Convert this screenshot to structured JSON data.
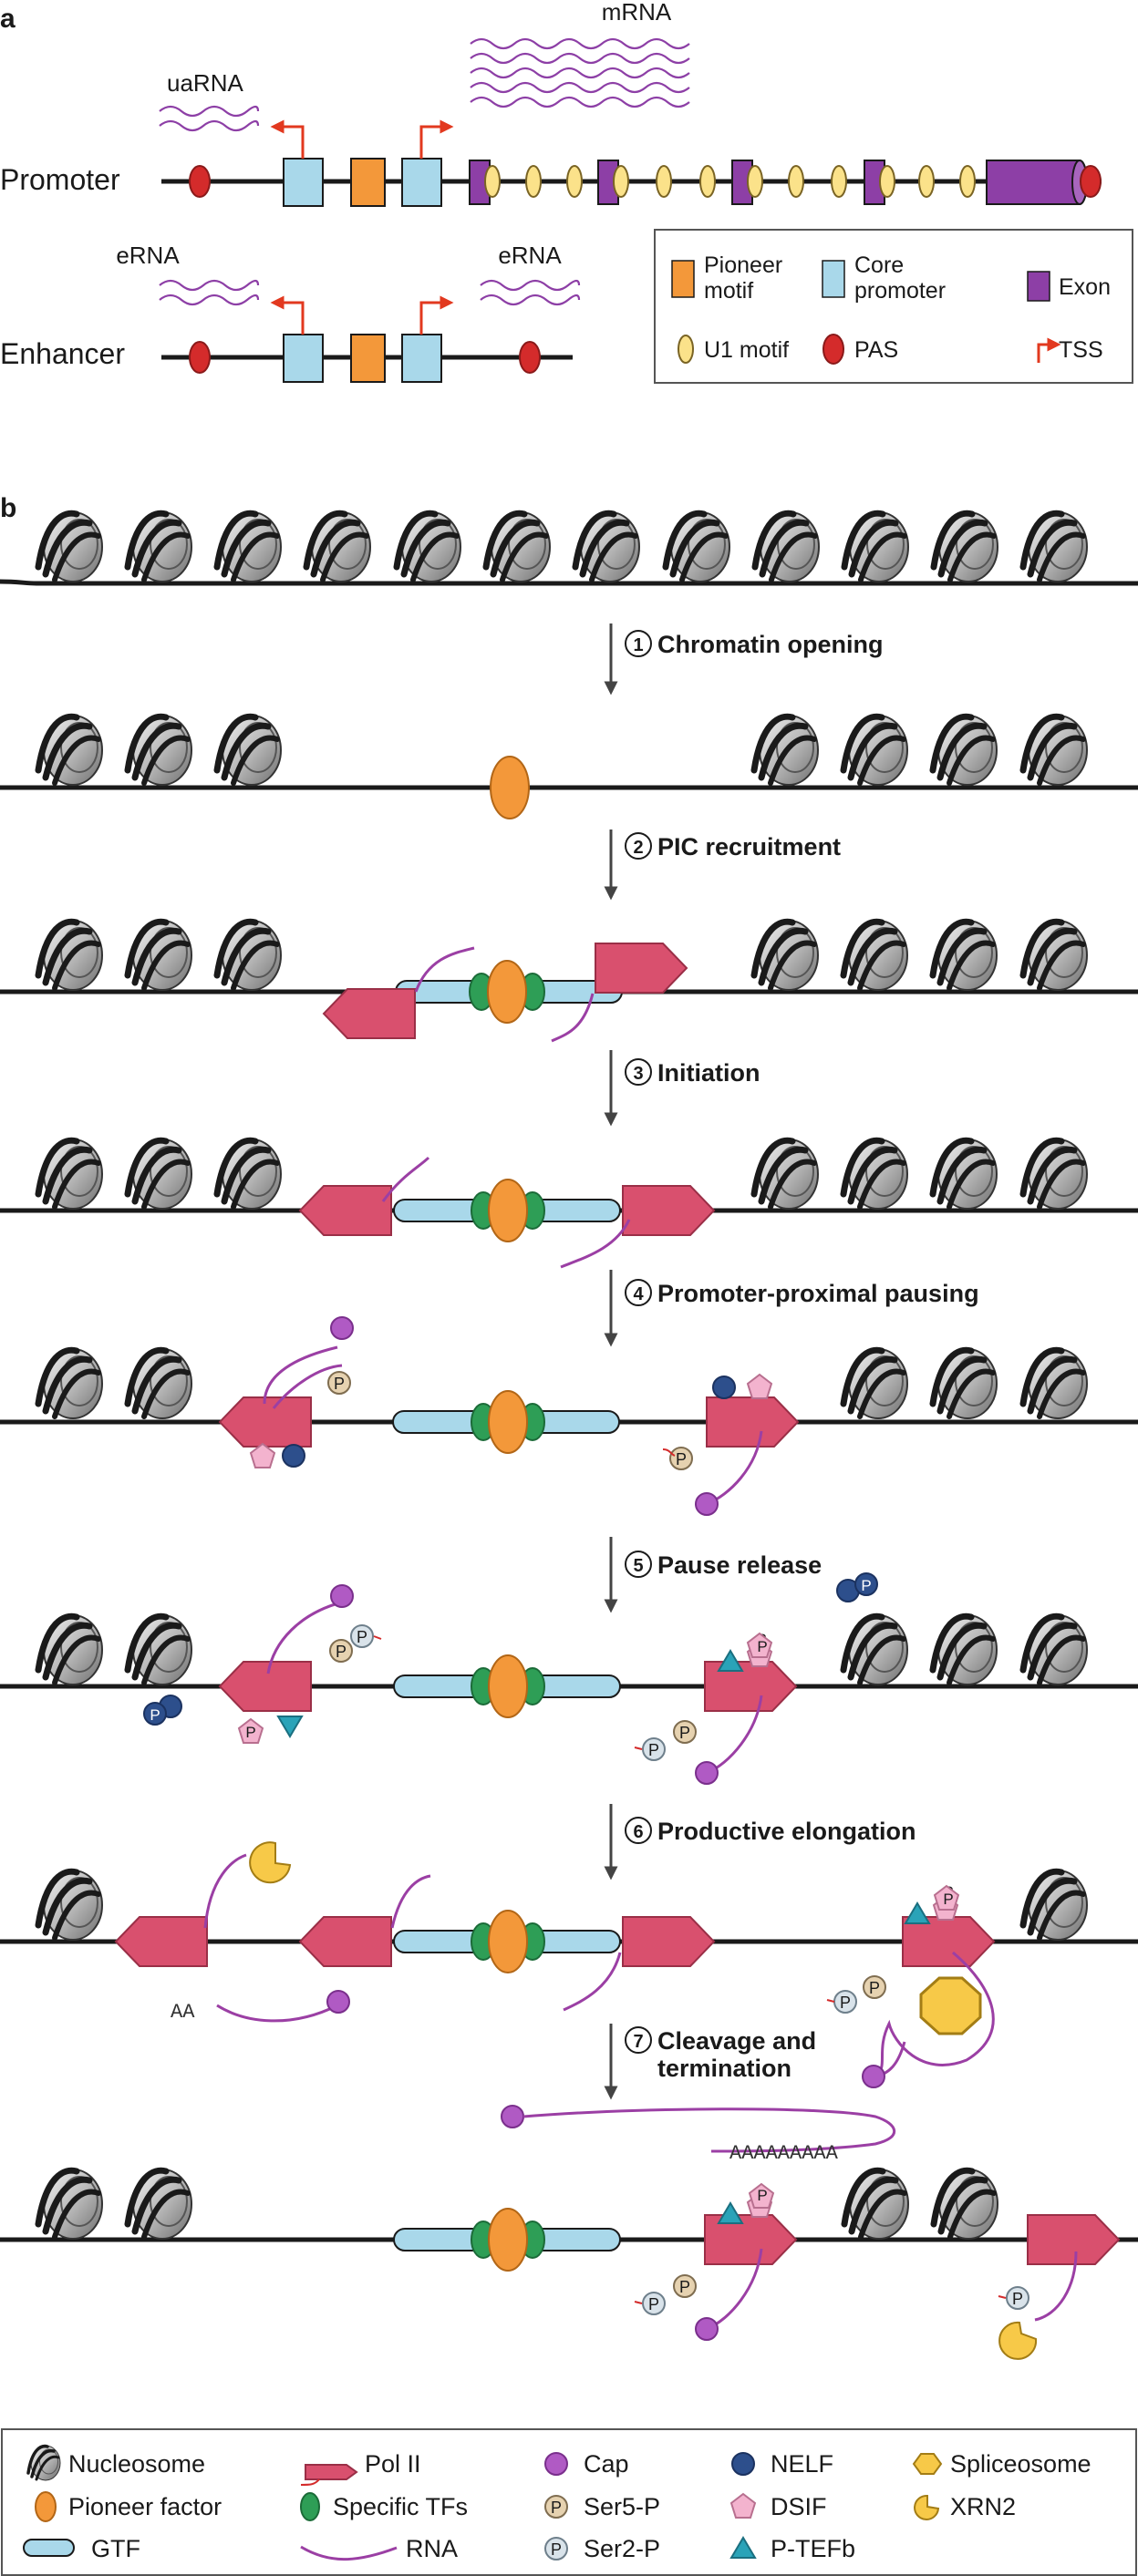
{
  "panel_a": {
    "label": "a",
    "promoter_label": "Promoter",
    "enhancer_label": "Enhancer",
    "mrna_label": "mRNA",
    "uarna_label": "uaRNA",
    "erna_left_label": "eRNA",
    "erna_right_label": "eRNA"
  },
  "legend_a": {
    "pioneer_motif_1": "Pioneer",
    "pioneer_motif_2": "motif",
    "core_promoter_1": "Core",
    "core_promoter_2": "promoter",
    "exon": "Exon",
    "u1_motif": "U1 motif",
    "pas": "PAS",
    "tss": "TSS"
  },
  "panel_b": {
    "label": "b",
    "step1_num": "1",
    "step1_text": "Chromatin opening",
    "step2_num": "2",
    "step2_text": "PIC recruitment",
    "step3_num": "3",
    "step3_text": "Initiation",
    "step4_num": "4",
    "step4_text": "Promoter-proximal pausing",
    "step5_num": "5",
    "step5_text": "Pause release",
    "step6_num": "6",
    "step6_text": "Productive elongation",
    "step7_num": "7",
    "step7_text_1": "Cleavage and",
    "step7_text_2": "termination",
    "polya_left": "AA",
    "polya_tail": "AAAAAAAAA",
    "p_label": "P"
  },
  "legend_b": {
    "nucleosome": "Nucleosome",
    "pol2": "Pol II",
    "cap": "Cap",
    "nelf": "NELF",
    "spliceosome": "Spliceosome",
    "pioneer_factor": "Pioneer factor",
    "specific_tfs": "Specific TFs",
    "ser5p": "Ser5-P",
    "dsif": "DSIF",
    "xrn2": "XRN2",
    "gtf": "GTF",
    "rna": "RNA",
    "ser2p": "Ser2-P",
    "ptefb": "P-TEFb"
  },
  "colors": {
    "dna": "#1a1a1a",
    "orange": "#f3983a",
    "blue_box": "#a9d8ea",
    "purple_exon": "#8d3fa6",
    "u1_yellow": "#fbe28a",
    "pas_red": "#d42b2b",
    "tss_red": "#e2391f",
    "rna_purple": "#9b3fa4",
    "pol2_red": "#d9506e",
    "green_tf": "#2e9e56",
    "nelf_navy": "#2d4f8c",
    "dsif_pink": "#f3b3ce",
    "ptefb_teal": "#2aa3b8",
    "spliceosome_yellow": "#f7c948",
    "ser5_beige": "#e6d2b0",
    "ser2_gray": "#d9e3ea",
    "nucleosome_gray": "#bdbdbd",
    "legend_border": "#555555"
  }
}
